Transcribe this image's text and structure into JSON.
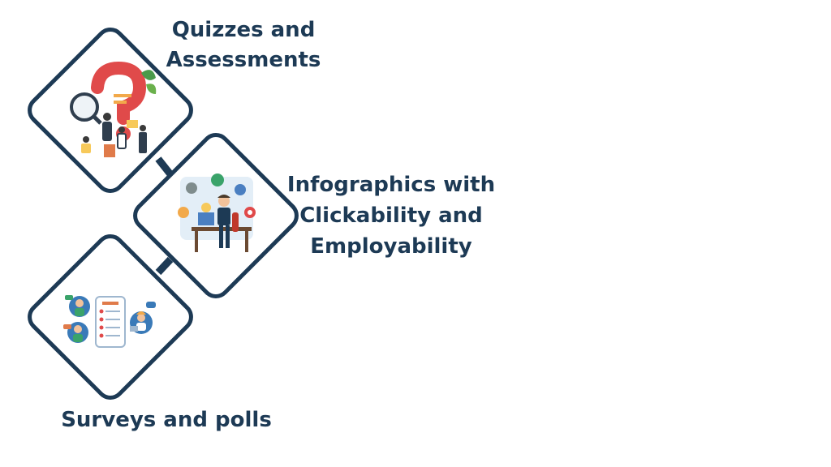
{
  "diagram": {
    "colors": {
      "frame": "#1d3a55",
      "text": "#1d3a55",
      "background": "#ffffff"
    },
    "items": [
      {
        "label": "Quizzes and\nAssessments",
        "icon": "quiz-question-mark-illustration"
      },
      {
        "label": "Infographics with\nClickability and\nEmployability",
        "icon": "businessman-at-desk-illustration"
      },
      {
        "label": "Surveys and polls",
        "icon": "survey-phone-chat-illustration"
      }
    ]
  }
}
